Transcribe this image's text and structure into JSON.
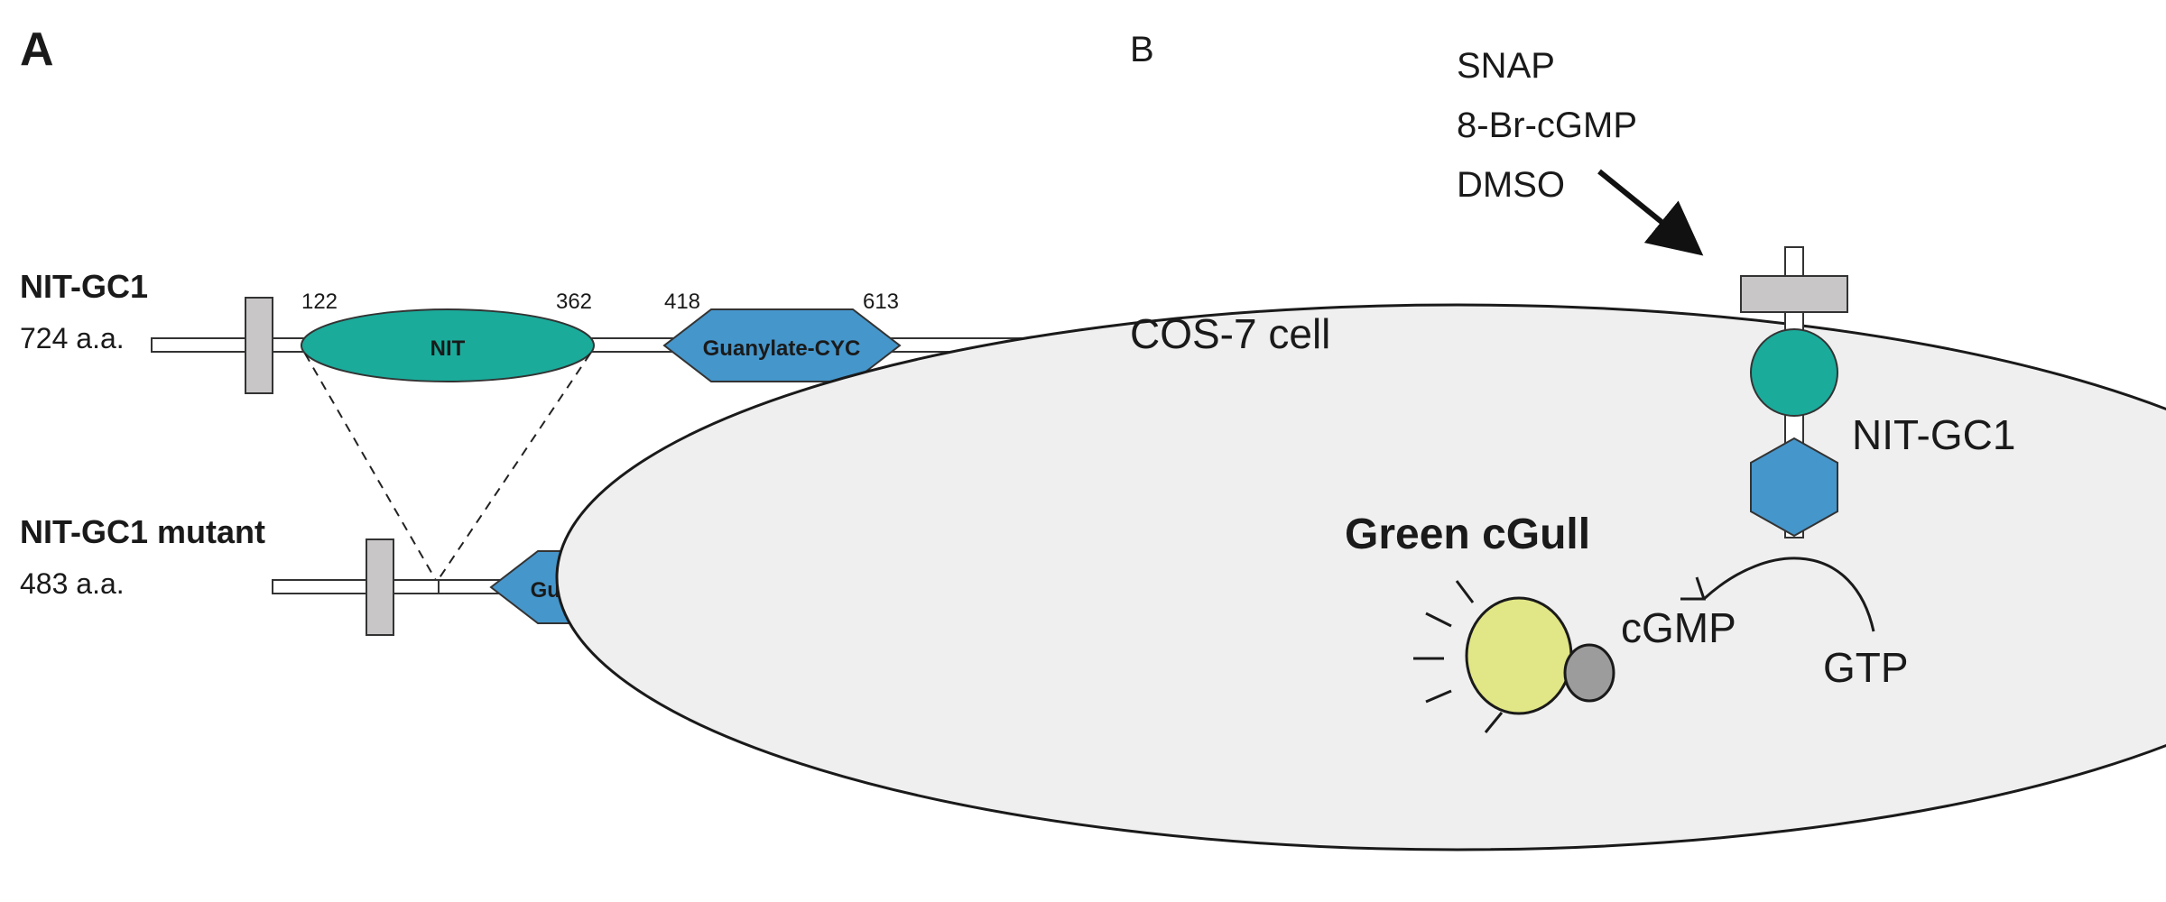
{
  "panel_a": {
    "letter": "A",
    "wild_type": {
      "name": "NIT-GC1",
      "length": "724 a.a.",
      "pos_nit_start": "122",
      "pos_nit_end": "362",
      "pos_gc_start": "418",
      "pos_gc_end": "613",
      "nit_domain": "NIT",
      "gc_domain": "Guanylate-CYC"
    },
    "mutant": {
      "name": "NIT-GC1 mutant",
      "length": "483 a.a.",
      "gc_domain": "Guanylate-CYC"
    }
  },
  "panel_b": {
    "letter": "B",
    "treatments": [
      "SNAP",
      "8-Br-cGMP",
      "DMSO"
    ],
    "cell_label": "COS-7 cell",
    "receptor_label": "NIT-GC1",
    "sensor_label": "Green cGull",
    "product_label": "cGMP",
    "substrate_label": "GTP"
  },
  "colors": {
    "nit_teal": "#1aab9b",
    "gc_blue": "#4596cb",
    "tm_gray": "#c8c6c6",
    "cell_fill": "#efefef",
    "sensor_yellow": "#e1e686",
    "sensor_gray": "#9c9c9c"
  }
}
